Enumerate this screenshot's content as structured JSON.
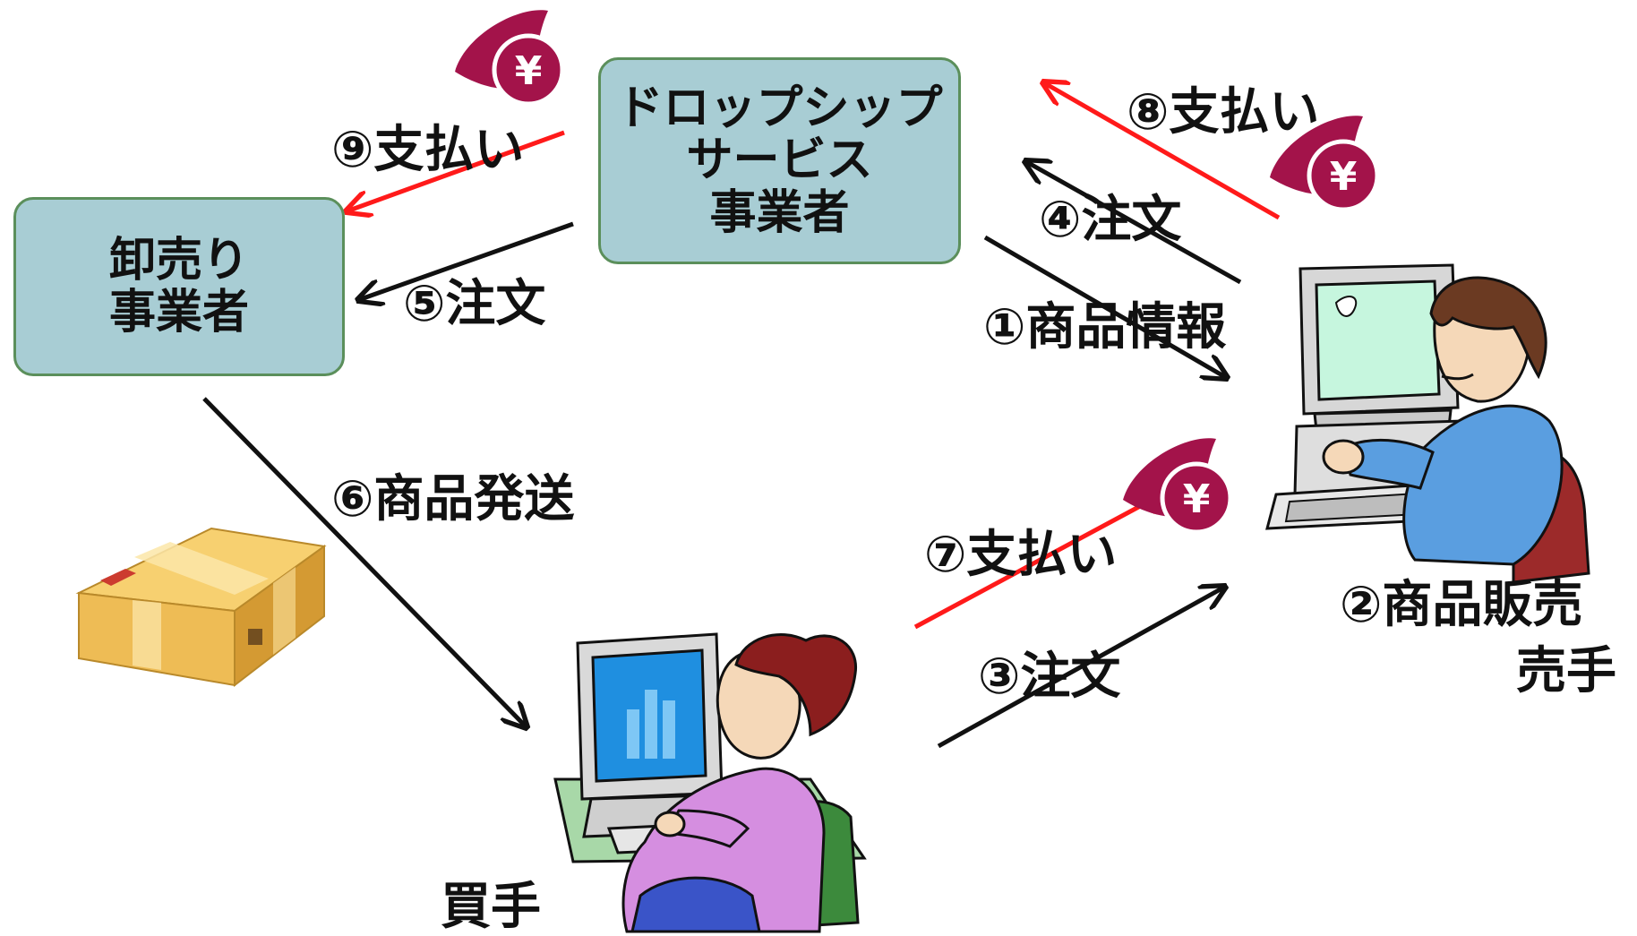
{
  "nodes": {
    "dropship": {
      "lines": [
        "ドロップシップ",
        "サービス",
        "事業者"
      ]
    },
    "wholesale": {
      "lines": [
        "卸売り",
        "事業者"
      ]
    },
    "seller": {
      "lines": [
        "②商品販売",
        "売手"
      ]
    },
    "buyer": {
      "label": "買手"
    }
  },
  "flows": {
    "f1": "①商品情報",
    "f3": "③注文",
    "f4": "④注文",
    "f5": "⑤注文",
    "f6": "⑥商品発送",
    "f7": "⑦支払い",
    "f8": "⑧支払い",
    "f9": "⑨支払い"
  },
  "icons": {
    "yen_symbol": "¥",
    "names": [
      "yen-payment-icon",
      "package-icon",
      "seller-computer-icon",
      "buyer-computer-icon"
    ]
  },
  "colors": {
    "box_fill": "#a8cdd4",
    "box_border": "#5b8f5b",
    "order_arrow": "#111111",
    "payment_arrow": "#ff1a1a",
    "yen_badge": "#a3134a"
  }
}
